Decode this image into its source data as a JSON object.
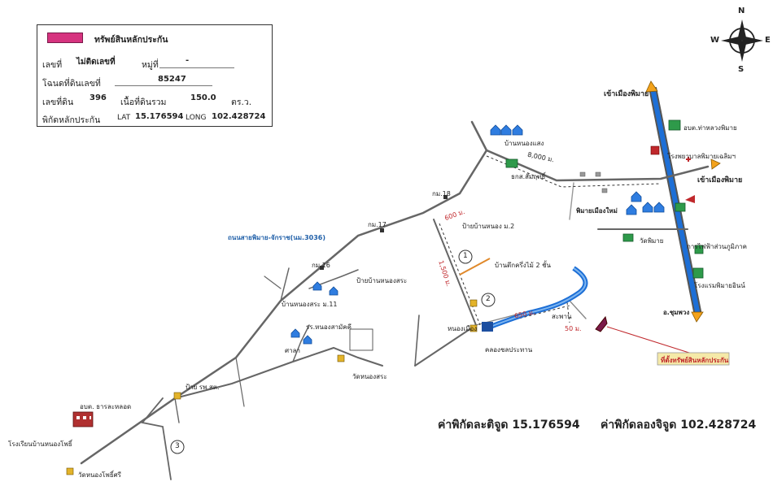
{
  "info_box": {
    "legend_label": "ทรัพย์สินหลักประกัน",
    "house_no_label": "เลขที่",
    "house_no_value": "ไม่ติดเลขที่",
    "moo_label": "หมู่ที่",
    "moo_value": "-",
    "deed_label": "โฉนดที่ดินเลขที่",
    "deed_value": "85247",
    "land_no_label": "เลขที่ดิน",
    "land_no_value": "396",
    "area_label": "เนื้อที่ดินรวม",
    "area_value": "150.0",
    "area_unit": "ตร.ว.",
    "coord_label": "พิกัดหลักประกัน",
    "lat_label": "LAT",
    "lat_value": "15.176594",
    "long_label": "LONG",
    "long_value": "102.428724"
  },
  "compass": {
    "n": "N",
    "s": "S",
    "e": "E",
    "w": "W"
  },
  "map_labels": {
    "to_phimai_top": "เข้าเมืองพิมาย",
    "phimai_city_hall": "อบต.ท่าหลวงพิมาย",
    "hospital": "โรงพยาบาลพิมายเฉลิมฯ",
    "to_phimai_mid": "เข้าเมืองพิมาย",
    "phimai_new": "พิมายเมืองใหม่",
    "ban_chum": "บ้านหนองแสง",
    "bank": "ธกส.สัมฤทธิ์",
    "distance_8000": "8,000 ม.",
    "electric": "การไฟฟ้าส่วนภูมิภาค",
    "hotel": "โรงแรมพิมายอินน์",
    "to_chumphuang": "อ.ชุมพวง",
    "wat_label": "วัดพิมาย",
    "km18": "กม.18",
    "km17": "กม.17",
    "km16": "กม.16",
    "road_name": "ถนนสายพิมาย-จักราช(นม.3036)",
    "distance_600": "600 ม.",
    "ban_nongkhanak": "ป้ายบ้านหนอง ม.2",
    "house_2floor": "บ้านตึกครึ่งไม้ 2 ชั้น",
    "distance_1500": "1,500 ม.",
    "distance_650": "650 ม.",
    "distance_50": "50 ม.",
    "property_label": "ที่ตั้งทรัพย์สินหลักประกัน",
    "sign_nongsa": "ป้ายบ้านหนองสระ",
    "nongsa_moo11": "บ้านหนองสระ ม.11",
    "school": "รร.หนองสามัคคี",
    "sala": "ศาลา",
    "wat_nong": "วัดหนองสระ",
    "clinic": "ป้าย รพ.สต.",
    "tambon_office": "อบต. ธารละหลอด",
    "school_far": "โรงเรียนบ้านหนองโพธิ์",
    "wat_far": "วัดหนองโพธิ์ศรี",
    "canal": "คลองชลประทาน",
    "bridge": "สะพาน",
    "ban_nongsa": "หนองเมือง"
  },
  "markers": {
    "m1": "1",
    "m2": "2",
    "m3": "3"
  },
  "coords_text": {
    "lat_text": "ค่าพิกัดละติจูด 15.176594",
    "long_text": "ค่าพิกัดลองจิจูด 102.428724"
  }
}
